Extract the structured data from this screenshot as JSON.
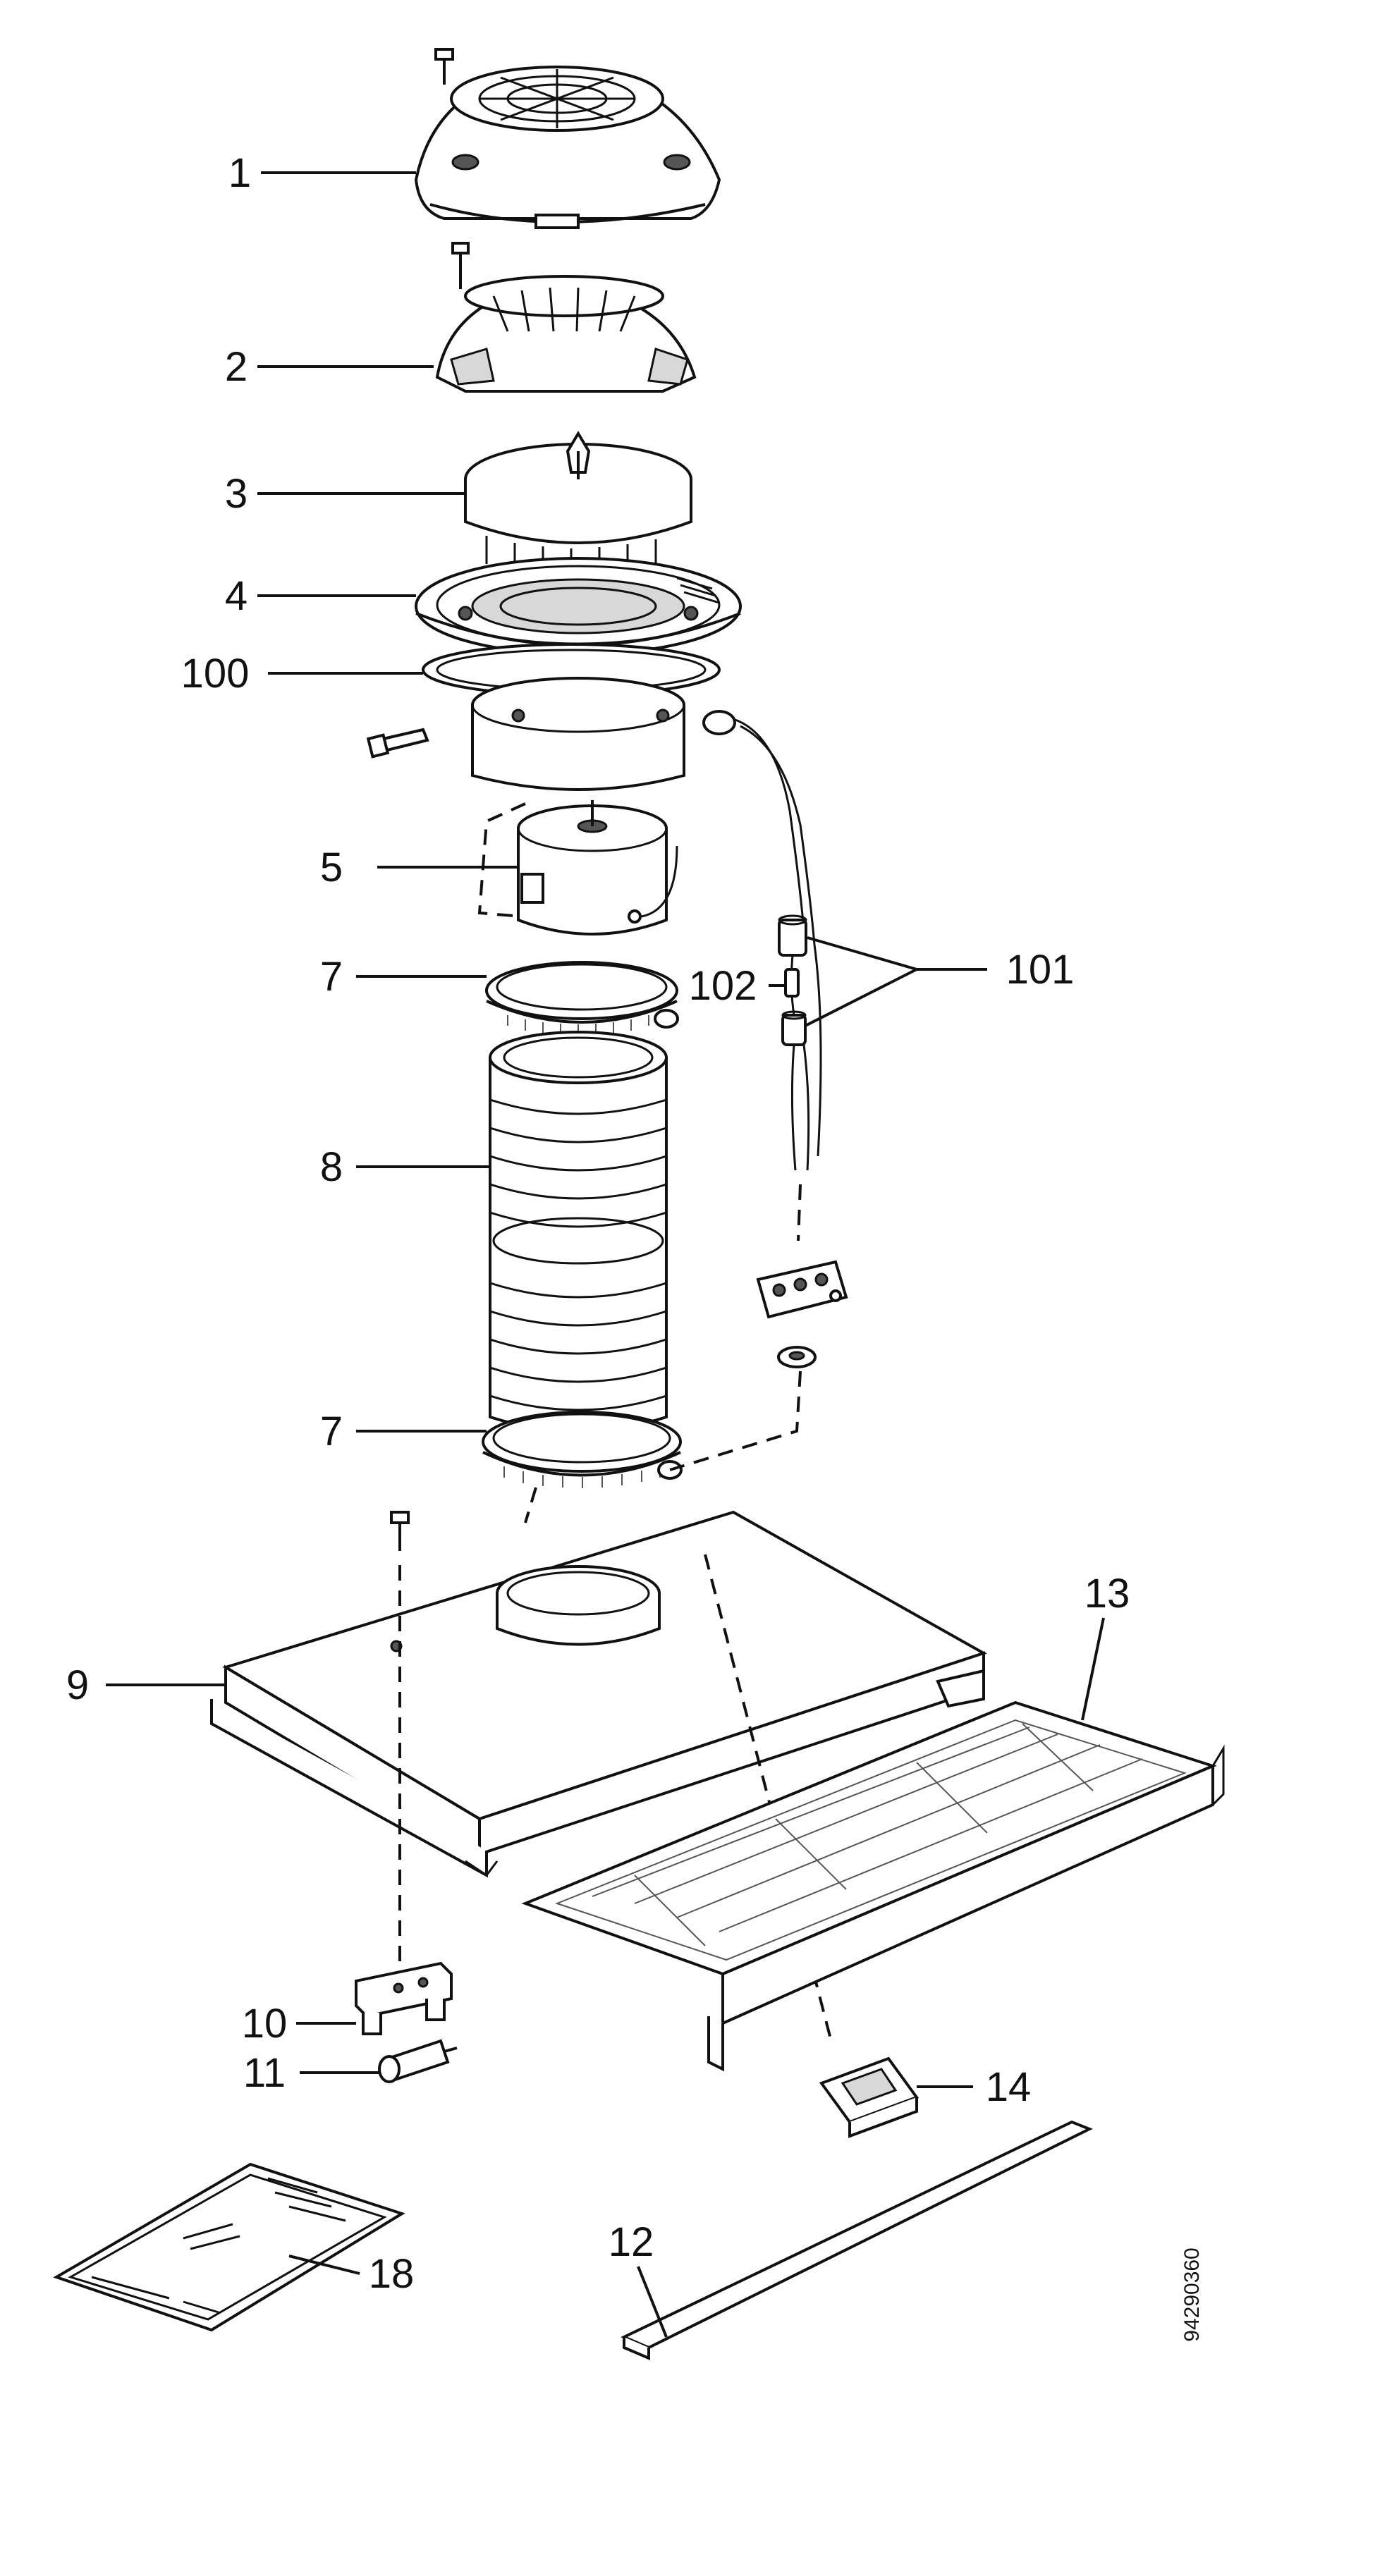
{
  "labels": {
    "p1": "1",
    "p2": "2",
    "p3": "3",
    "p4": "4",
    "p100": "100",
    "p5": "5",
    "p7a": "7",
    "p102": "102",
    "p101": "101",
    "p8": "8",
    "p7b": "7",
    "p13": "13",
    "p9": "9",
    "p10": "10",
    "p11": "11",
    "p14": "14",
    "p18": "18",
    "p12": "12"
  },
  "drawing_code": "94290360"
}
